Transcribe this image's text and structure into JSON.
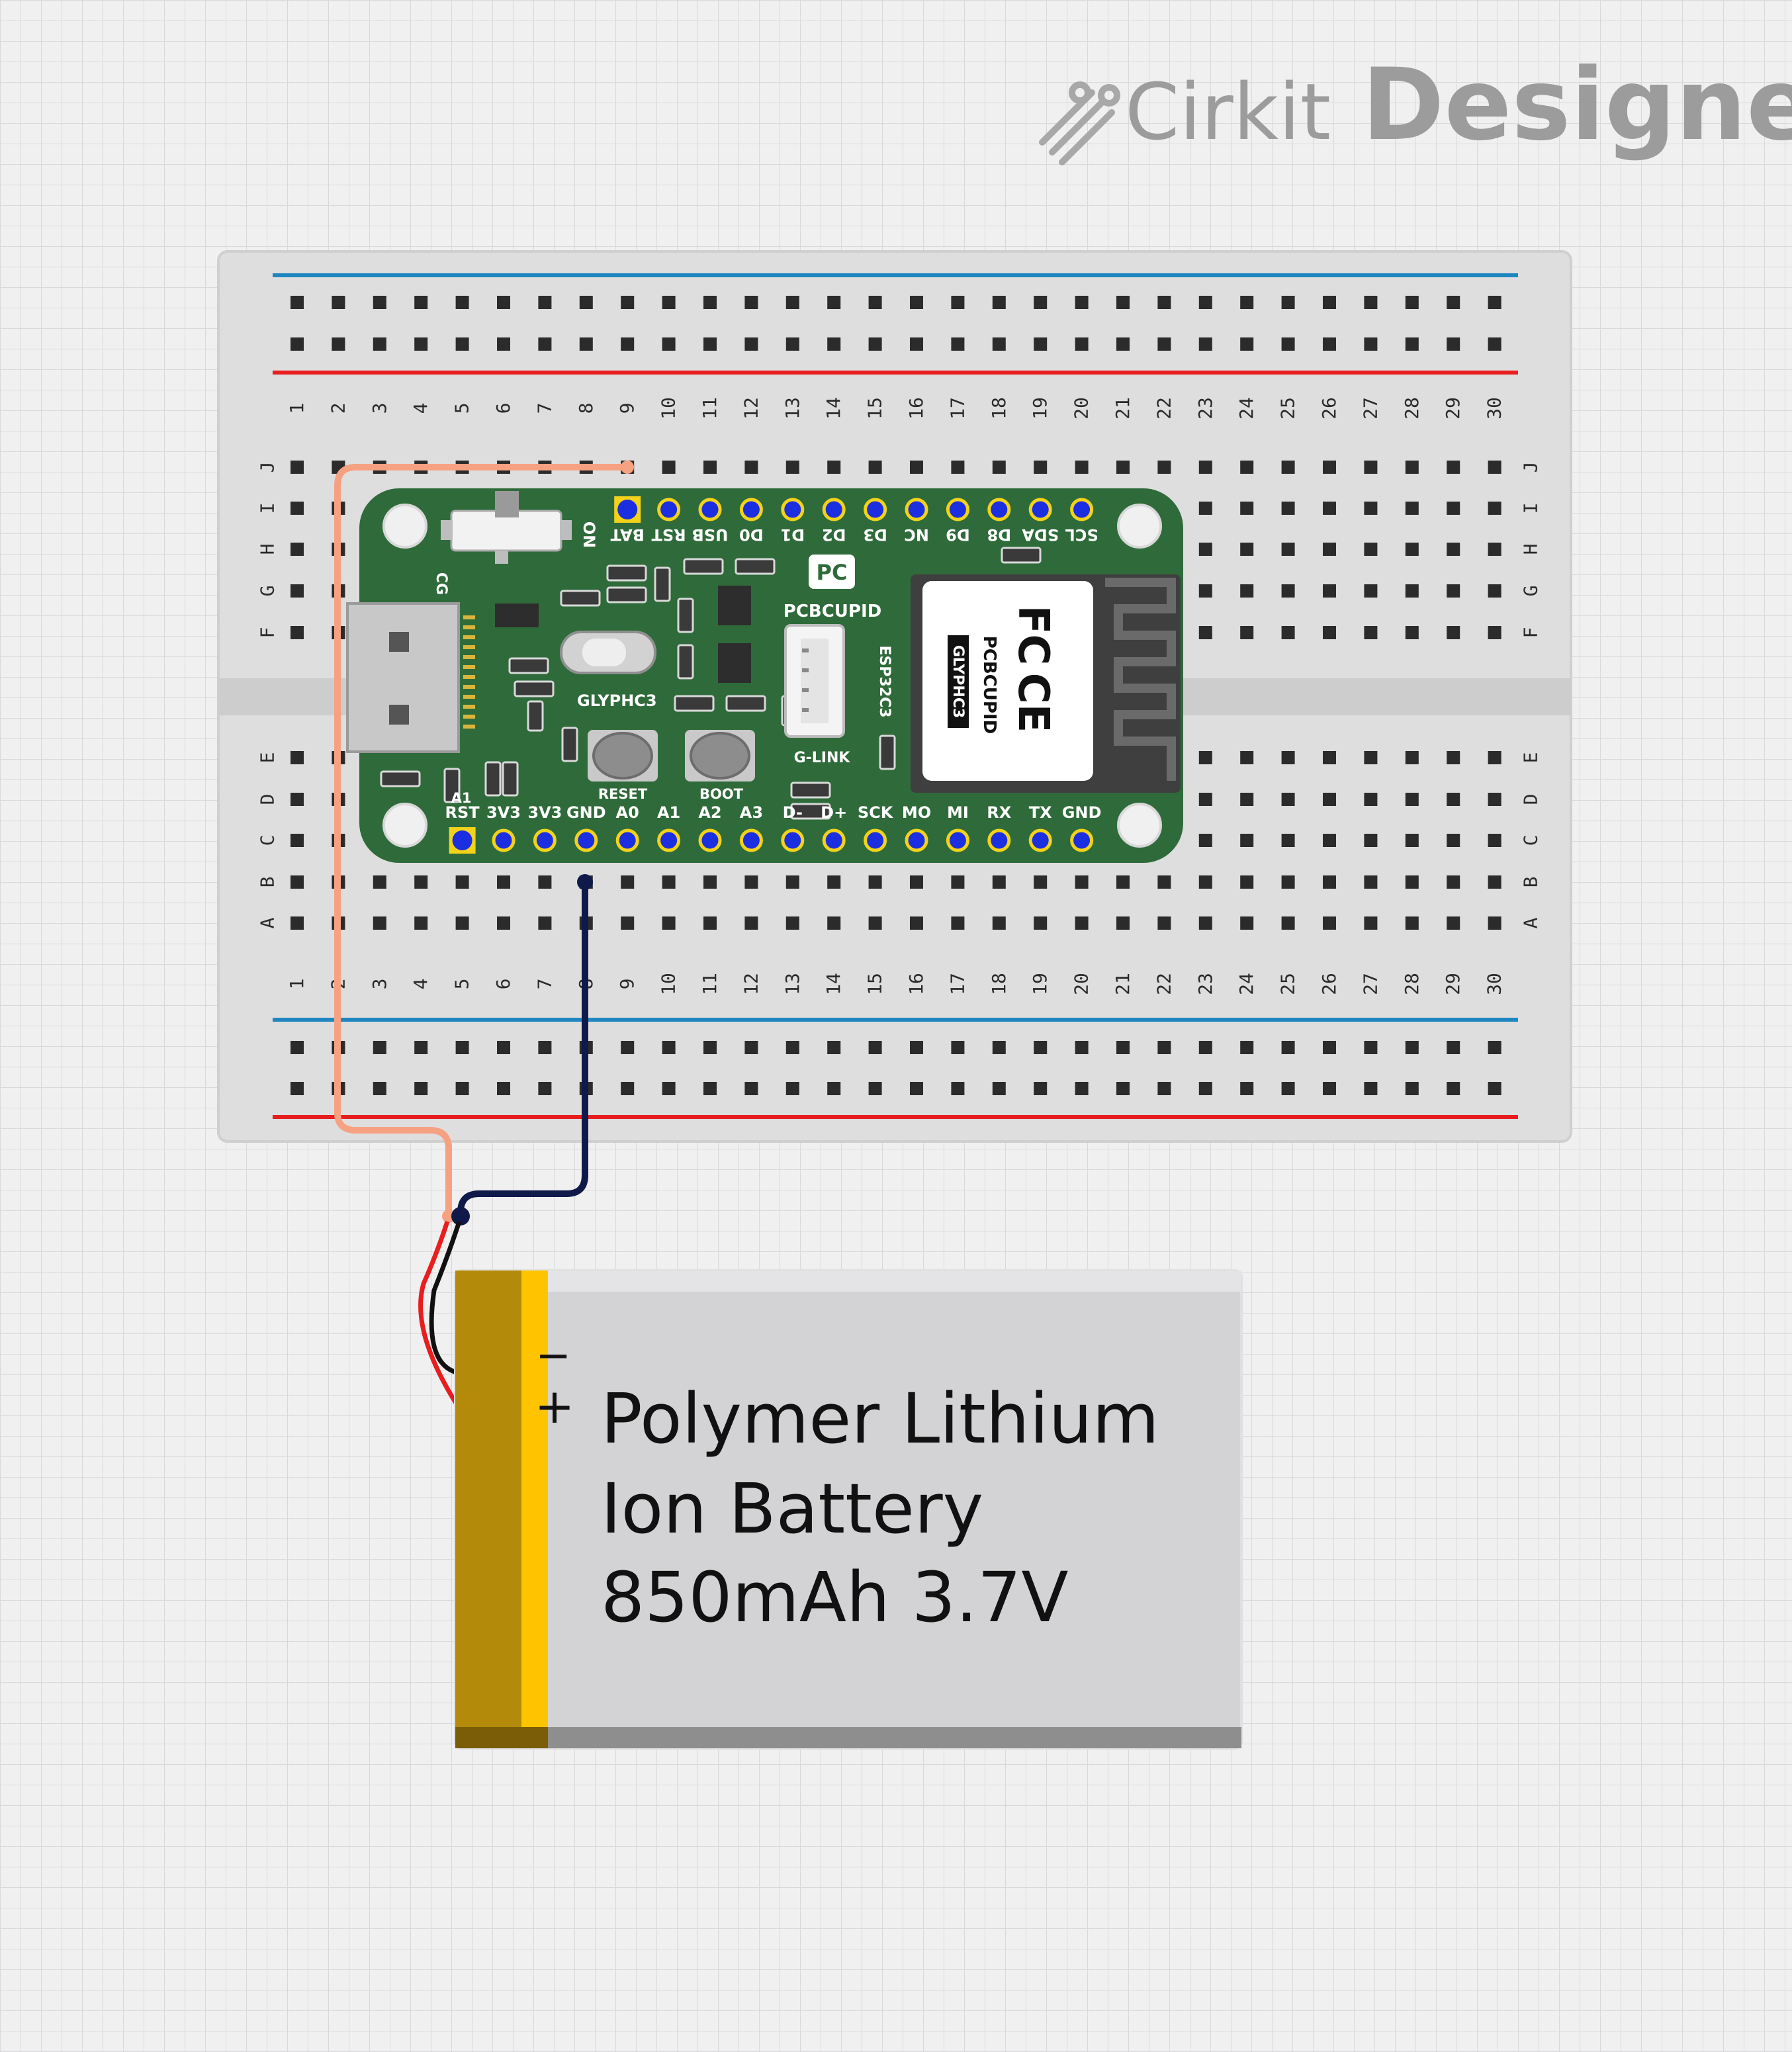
{
  "branding": {
    "word1": "Cirkit",
    "word2": "Designer"
  },
  "breadboard": {
    "columns": [
      "1",
      "2",
      "3",
      "4",
      "5",
      "6",
      "7",
      "8",
      "9",
      "10",
      "11",
      "12",
      "13",
      "14",
      "15",
      "16",
      "17",
      "18",
      "19",
      "20",
      "21",
      "22",
      "23",
      "24",
      "25",
      "26",
      "27",
      "28",
      "29",
      "30"
    ],
    "rows_top": [
      "J",
      "I",
      "H",
      "G",
      "F"
    ],
    "rows_bottom": [
      "E",
      "D",
      "C",
      "B",
      "A"
    ]
  },
  "board": {
    "name": "GLYPHC3",
    "maker": "PCBCUPID",
    "logo": "PC",
    "chip_label": "ESP32C3",
    "connector_label": "G-LINK",
    "switch_label": "ON",
    "led_label": "CG",
    "a1_label": "A1",
    "reset_label": "RESET",
    "boot_label": "BOOT",
    "module_fcc": "FC",
    "module_ce": "CE",
    "module_maker": "PCBCUPID",
    "module_name": "GLYPHC3",
    "top_pins": [
      "BAT",
      "RST",
      "USB",
      "D0",
      "D1",
      "D2",
      "D3",
      "NC",
      "D9",
      "D8",
      "SDA",
      "SCL"
    ],
    "bottom_pins": [
      "RST",
      "3V3",
      "3V3",
      "GND",
      "A0",
      "A1",
      "A2",
      "A3",
      "D-",
      "D+",
      "SCK",
      "MO",
      "MI",
      "RX",
      "TX",
      "GND"
    ]
  },
  "battery": {
    "line1": "Polymer Lithium",
    "line2": "Ion Battery",
    "line3": "850mAh 3.7V",
    "minus": "−",
    "plus": "+"
  },
  "colors": {
    "background": "#f0f0f1",
    "grid": "#d9d9dc",
    "breadboard": "#dcdcdc",
    "rail_blue": "#1f86c0",
    "rail_red": "#e81e1e",
    "pcb_green": "#2f6b3a",
    "pin_blue": "#1b2ee0",
    "pin_yellow": "#f2d21b",
    "wire_salmon": "#f7a183",
    "wire_navy": "#0f1a4a",
    "battery_gray": "#d3d3d5",
    "battery_gold": "#b38a0a",
    "battery_yellow": "#ffc400"
  }
}
